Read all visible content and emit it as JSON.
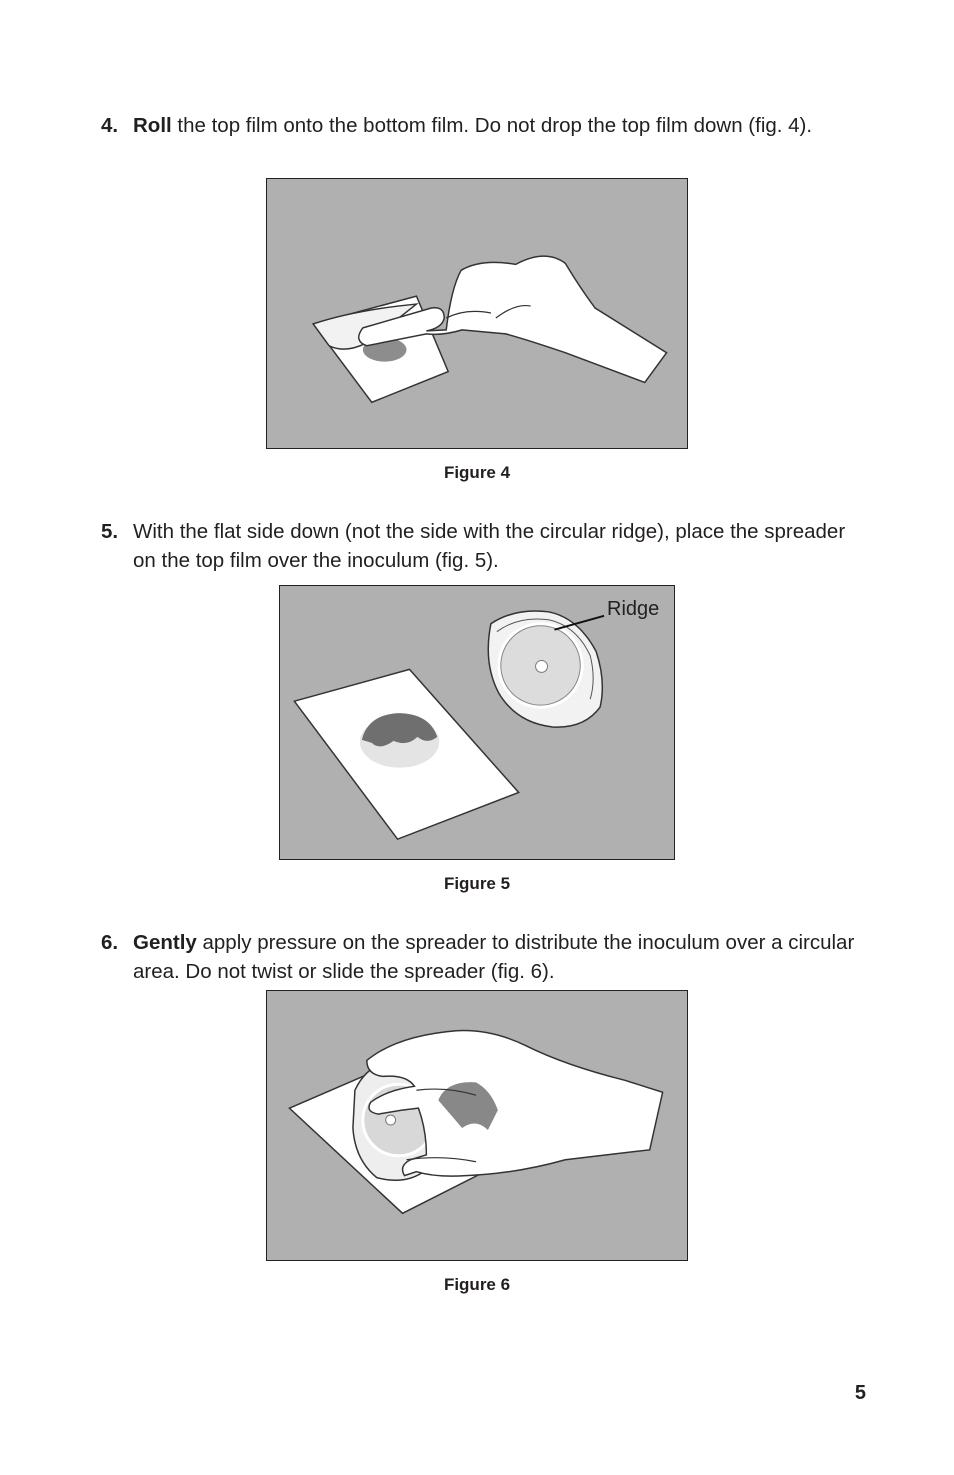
{
  "steps": [
    {
      "number": "4.",
      "lead": "Roll",
      "text": " the top film onto the bottom film. Do not drop the top film down (fig. 4)."
    },
    {
      "number": "5.",
      "lead": "",
      "text": "With the flat side down (not the side with the circular ridge), place the spreader on the top film over the inoculum (fig. 5)."
    },
    {
      "number": "6.",
      "lead": "Gently",
      "text": " apply pressure on the spreader to distribute the inoculum over a circular area. Do not twist or slide the spreader (fig. 6)."
    }
  ],
  "figures": [
    {
      "caption": "Figure 4"
    },
    {
      "caption": "Figure 5",
      "callout": "Ridge"
    },
    {
      "caption": "Figure 6"
    }
  ],
  "page_number": "5",
  "colors": {
    "figure_background": "#b0b0b0",
    "text": "#231f20"
  }
}
